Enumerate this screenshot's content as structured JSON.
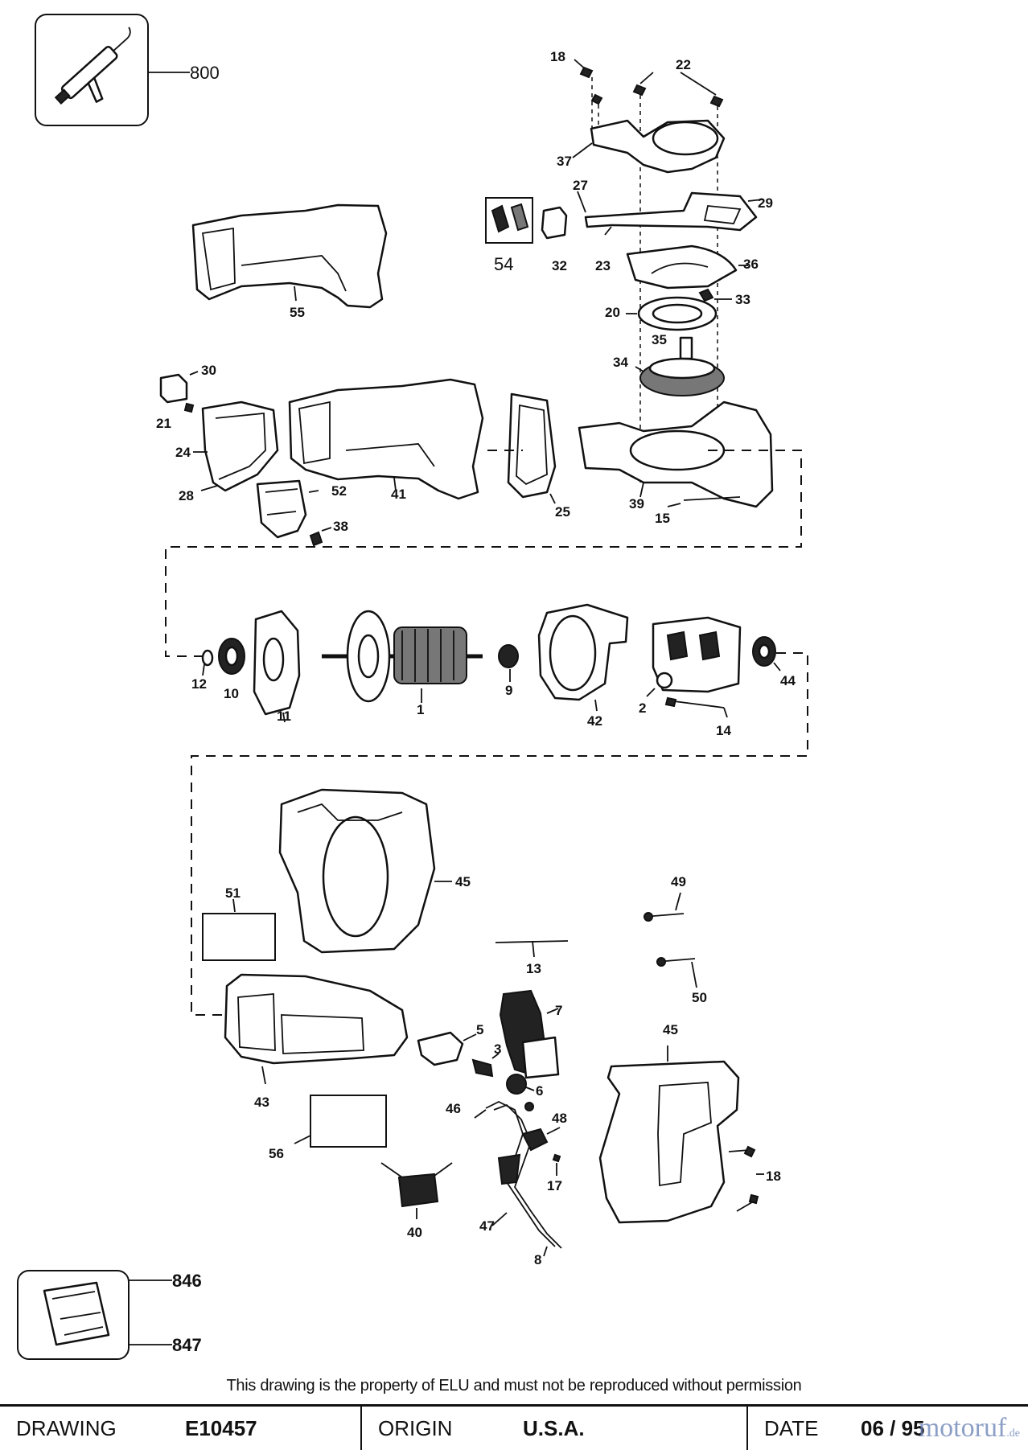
{
  "diagram": {
    "inset_labels": {
      "grease_gun": "800",
      "bag_top": "846",
      "bag_bottom": "847"
    },
    "part_labels": [
      {
        "id": "18a",
        "text": "18"
      },
      {
        "id": "22",
        "text": "22"
      },
      {
        "id": "37",
        "text": "37"
      },
      {
        "id": "27",
        "text": "27"
      },
      {
        "id": "29",
        "text": "29"
      },
      {
        "id": "54",
        "text": "54"
      },
      {
        "id": "32",
        "text": "32"
      },
      {
        "id": "23",
        "text": "23"
      },
      {
        "id": "36",
        "text": "36"
      },
      {
        "id": "55",
        "text": "55"
      },
      {
        "id": "20",
        "text": "20"
      },
      {
        "id": "33",
        "text": "33"
      },
      {
        "id": "35",
        "text": "35"
      },
      {
        "id": "34",
        "text": "34"
      },
      {
        "id": "30",
        "text": "30"
      },
      {
        "id": "21",
        "text": "21"
      },
      {
        "id": "24",
        "text": "24"
      },
      {
        "id": "28",
        "text": "28"
      },
      {
        "id": "41",
        "text": "41"
      },
      {
        "id": "52",
        "text": "52"
      },
      {
        "id": "25",
        "text": "25"
      },
      {
        "id": "39",
        "text": "39"
      },
      {
        "id": "15",
        "text": "15"
      },
      {
        "id": "38",
        "text": "38"
      },
      {
        "id": "12",
        "text": "12"
      },
      {
        "id": "10",
        "text": "10"
      },
      {
        "id": "11",
        "text": "11"
      },
      {
        "id": "1",
        "text": "1"
      },
      {
        "id": "9",
        "text": "9"
      },
      {
        "id": "42",
        "text": "42"
      },
      {
        "id": "2",
        "text": "2"
      },
      {
        "id": "44",
        "text": "44"
      },
      {
        "id": "14",
        "text": "14"
      },
      {
        "id": "45a",
        "text": "45"
      },
      {
        "id": "51",
        "text": "51"
      },
      {
        "id": "49",
        "text": "49"
      },
      {
        "id": "13",
        "text": "13"
      },
      {
        "id": "50",
        "text": "50"
      },
      {
        "id": "7",
        "text": "7"
      },
      {
        "id": "5",
        "text": "5"
      },
      {
        "id": "3",
        "text": "3"
      },
      {
        "id": "45b",
        "text": "45"
      },
      {
        "id": "6",
        "text": "6"
      },
      {
        "id": "43",
        "text": "43"
      },
      {
        "id": "46",
        "text": "46"
      },
      {
        "id": "48",
        "text": "48"
      },
      {
        "id": "56",
        "text": "56"
      },
      {
        "id": "17",
        "text": "17"
      },
      {
        "id": "18b",
        "text": "18"
      },
      {
        "id": "40",
        "text": "40"
      },
      {
        "id": "47",
        "text": "47"
      },
      {
        "id": "8",
        "text": "8"
      }
    ]
  },
  "notice": "This drawing is the property of ELU and must not be reproduced without permission",
  "footer": {
    "drawing_label": "DRAWING",
    "drawing_value": "E10457",
    "origin_label": "ORIGIN",
    "origin_value": "U.S.A.",
    "date_label": "DATE",
    "date_value": "06 / 95",
    "watermark": "motoruf",
    "watermark_suffix": ".de"
  }
}
